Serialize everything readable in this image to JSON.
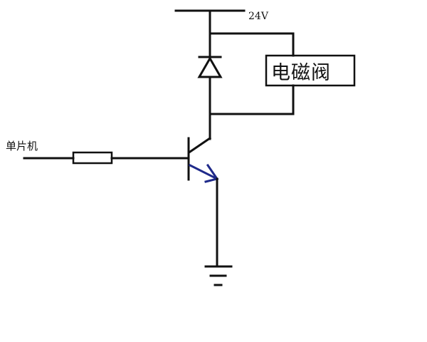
{
  "labels": {
    "supply": "24V",
    "mcu": "单片机",
    "valve": "电磁阀"
  },
  "colors": {
    "wire": "#111111",
    "emitter": "#1f2a8a",
    "background": "#ffffff"
  },
  "components": [
    "supply-rail",
    "flyback-diode",
    "solenoid-valve",
    "base-resistor",
    "npn-transistor",
    "ground-symbol"
  ]
}
